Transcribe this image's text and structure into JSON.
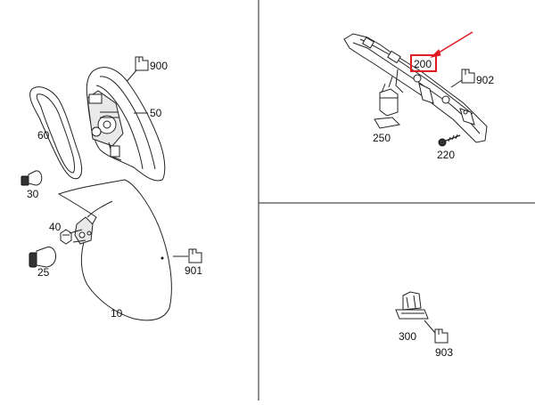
{
  "colors": {
    "highlight": "#e01b24",
    "line": "#222222",
    "background": "#ffffff"
  },
  "icons": [
    "part-reference-icon",
    "pointer-arrow-icon"
  ],
  "parts": {
    "p900": "900",
    "p50": "50",
    "p60": "60",
    "p30": "30",
    "p40": "40",
    "p25": "25",
    "p10": "10",
    "p901": "901",
    "p200": "200",
    "p902": "902",
    "p250": "250",
    "p220": "220",
    "p300": "300",
    "p903": "903"
  },
  "highlighted_part": "200"
}
